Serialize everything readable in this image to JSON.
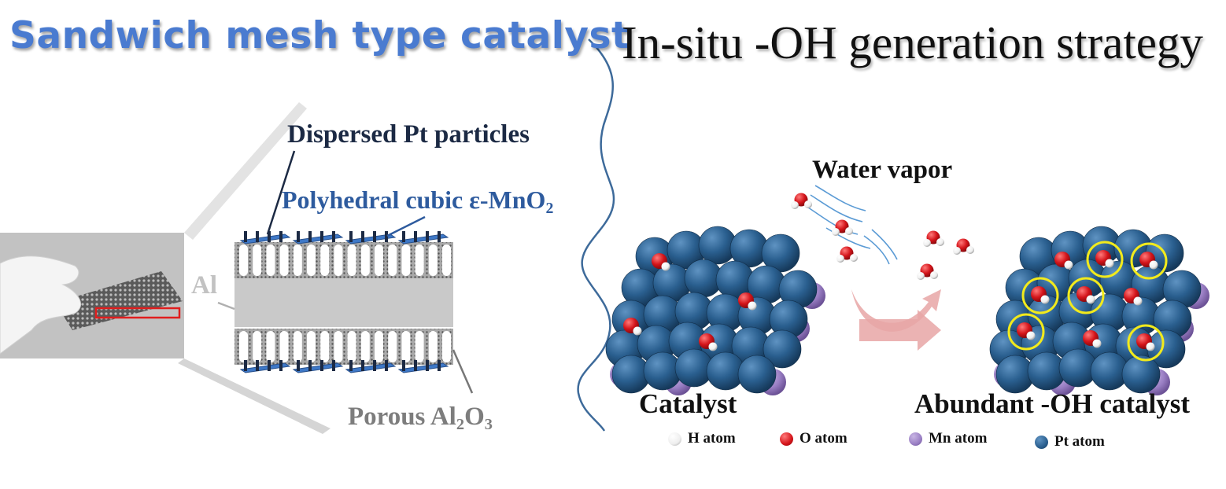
{
  "titles": {
    "left": "Sandwich mesh type catalyst",
    "right": "In-situ -OH generation strategy"
  },
  "labels": {
    "dispersed_pt": "Dispersed Pt particles",
    "polyhedral_prefix": "Polyhedral cubic ε-MnO",
    "polyhedral_sub": "2",
    "al": "Al",
    "porous_prefix": "Porous Al",
    "porous_sub1": "2",
    "porous_mid": "O",
    "porous_sub2": "3",
    "water_vapor": "Water vapor",
    "catalyst": "Catalyst",
    "abundant": "Abundant -OH catalyst"
  },
  "legend": [
    {
      "label": "H atom",
      "color": "#f2f2f2"
    },
    {
      "label": "O atom",
      "color": "#d4141a"
    },
    {
      "label": "Mn atom",
      "color": "#9a7fc4"
    },
    {
      "label": "Pt atom",
      "color": "#2a5f8f"
    }
  ],
  "colors": {
    "pt": "#2a5f8f",
    "mn": "#9a7fc4",
    "o": "#d4141a",
    "h": "#f2f2f2",
    "highlight": "#f2ea1c",
    "arrow": "#e8a6a6",
    "mnO2_plate": "#3e78c7",
    "alumina": "#c9c9c9",
    "wavy_line": "#3d6a9a",
    "photo_box": "#e01e1e"
  }
}
